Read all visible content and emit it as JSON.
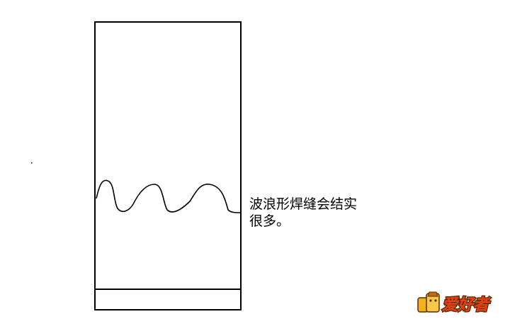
{
  "diagram": {
    "annotation_line1": "波浪形焊缝会结实",
    "annotation_line2": "很多。"
  },
  "watermark": {
    "text": "爱好者",
    "primary_color": "#e83a16",
    "secondary_color": "#f2b21a"
  },
  "colors": {
    "stroke": "#000000",
    "background": "#ffffff"
  }
}
